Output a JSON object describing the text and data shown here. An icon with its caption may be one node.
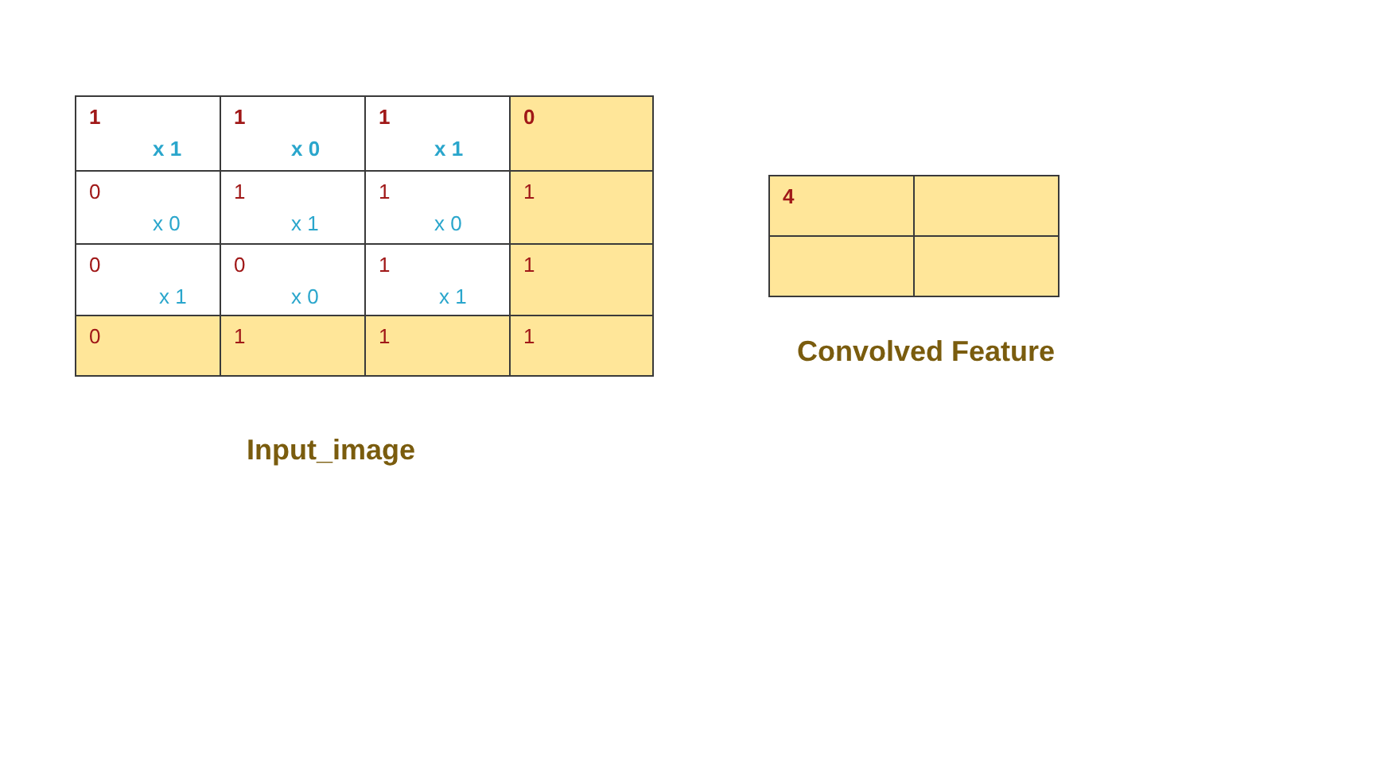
{
  "diagram": {
    "nodes": [
      {
        "text": [
          "1",
          "x 1"
        ]
      },
      {
        "text": [
          "1",
          "x 0"
        ]
      },
      {
        "text": [
          "1",
          "x 1"
        ]
      },
      {
        "text": [
          "0"
        ]
      },
      {
        "text": [
          "0",
          "x 0"
        ]
      },
      {
        "text": [
          "1",
          "x 1"
        ]
      },
      {
        "text": [
          "1",
          "x 0"
        ]
      },
      {
        "text": [
          "1"
        ]
      },
      {
        "text": [
          "0",
          "x 1"
        ]
      },
      {
        "text": [
          "0",
          "x 0"
        ]
      },
      {
        "text": [
          "1",
          "x 1"
        ]
      },
      {
        "text": [
          "1"
        ]
      },
      {
        "text": [
          "0"
        ]
      },
      {
        "text": [
          "1"
        ]
      },
      {
        "text": [
          "1"
        ]
      },
      {
        "text": [
          "1"
        ]
      },
      {
        "text": [
          "4"
        ]
      },
      {
        "text": [],
        "shape": "box"
      },
      {
        "text": [],
        "shape": "box"
      },
      {
        "text": [],
        "shape": "box"
      }
    ],
    "labels": [
      "Input_image",
      "Convolved Feature"
    ]
  }
}
